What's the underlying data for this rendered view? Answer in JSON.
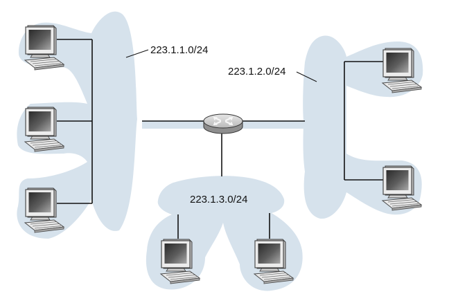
{
  "colors": {
    "subnet_fill": "#d6e2ec",
    "wire": "#111111",
    "router_top": "#dcdcdc",
    "router_side": "#9a9a9a",
    "monitor_case": "#ebebeb",
    "screen_dark": "#2b2b2b",
    "screen_light": "#8a8a8a"
  },
  "icons": {
    "router": "router-icon",
    "computer": "computer-icon"
  },
  "subnets": {
    "left": {
      "label": "223.1.1.0/24"
    },
    "right": {
      "label": "223.1.2.0/24"
    },
    "bottom": {
      "label": "223.1.3.0/24"
    }
  }
}
